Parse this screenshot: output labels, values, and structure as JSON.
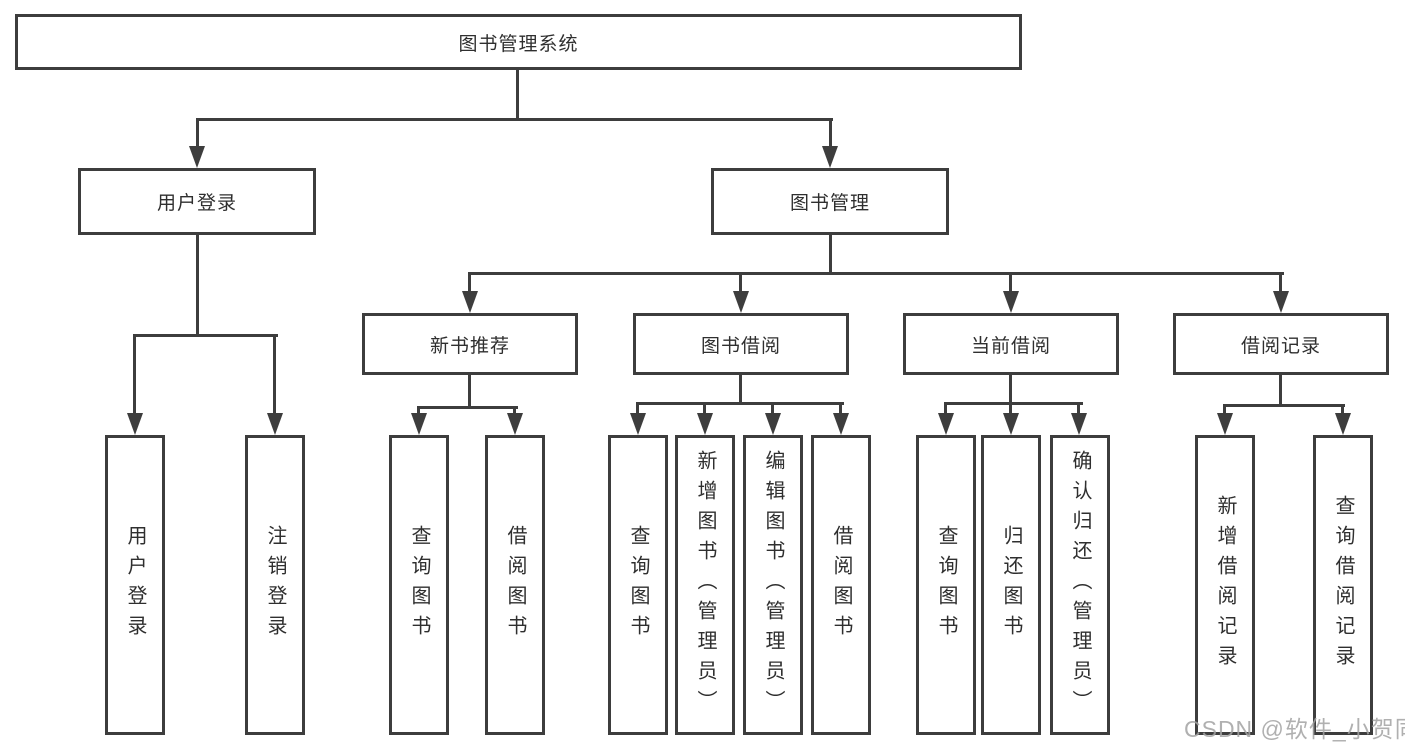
{
  "nodes": {
    "root": "图书管理系统",
    "user_login": "用户登录",
    "book_mgmt": "图书管理",
    "new_book": "新书推荐",
    "book_borrow": "图书借阅",
    "current_borrow": "当前借阅",
    "borrow_record": "借阅记录",
    "leaves": {
      "user_login": [
        "用户登录",
        "注销登录"
      ],
      "new_book": [
        "查询图书",
        "借阅图书"
      ],
      "book_borrow": [
        "查询图书",
        "新增图书（管理员）",
        "编辑图书（管理员）",
        "借阅图书"
      ],
      "current_borrow": [
        "查询图书",
        "归还图书",
        "确认归还（管理员）"
      ],
      "borrow_record": [
        "新增借阅记录",
        "查询借阅记录"
      ]
    }
  },
  "watermark": "CSDN @软件_小贺同学",
  "colors": {
    "line": "#3d3d3d",
    "text": "#2f2f2f",
    "watermark": "#a3a3a3",
    "background": "#ffffff"
  }
}
